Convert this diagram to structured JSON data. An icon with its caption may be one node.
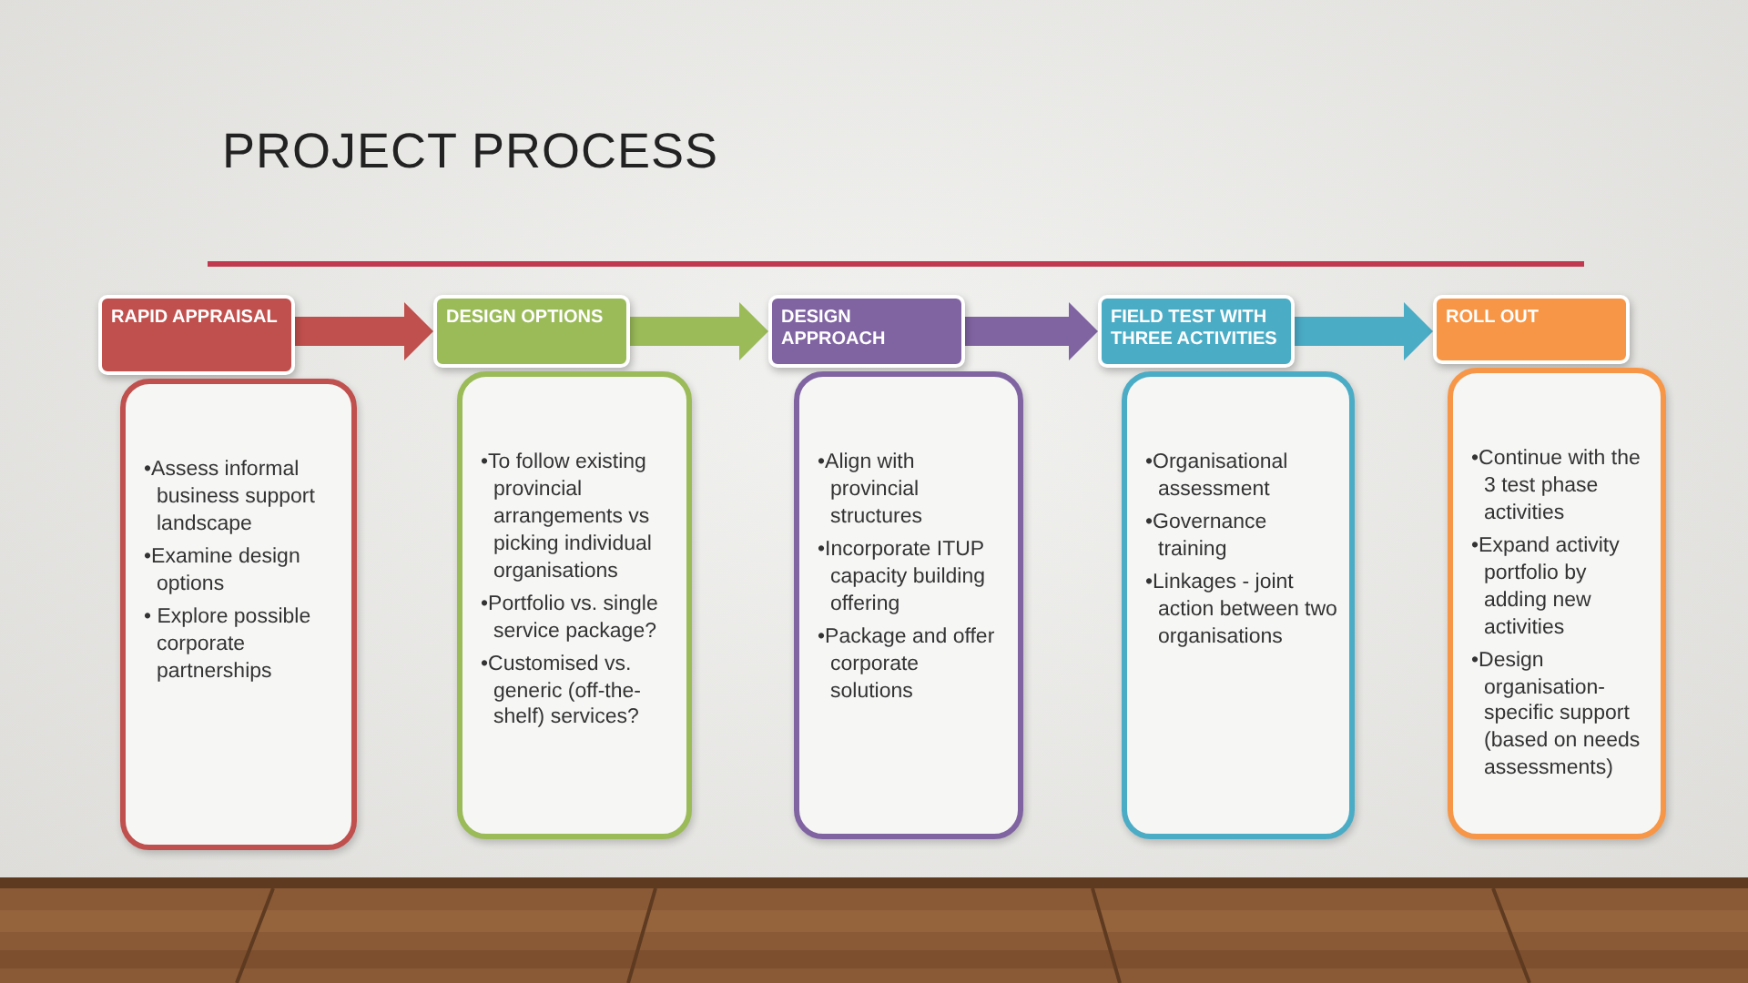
{
  "diagram": {
    "title": "PROJECT PROCESS",
    "nodes": [
      {
        "text": [
          "RAPID APPRAISAL"
        ]
      },
      {
        "text": [
          "•Assess informal business support landscape",
          "•Examine design options",
          "• Explore possible corporate partnerships"
        ]
      },
      {
        "text": [
          "DESIGN OPTIONS"
        ]
      },
      {
        "text": [
          "•To follow existing provincial arrangements vs picking individual organisations",
          "•Portfolio vs. single service package?",
          "•Customised vs. generic (off-the-shelf) services?"
        ]
      },
      {
        "text": [
          "DESIGN APPROACH"
        ]
      },
      {
        "text": [
          "•Align with provincial structures",
          "•Incorporate ITUP capacity building offering",
          "•Package and offer corporate solutions"
        ]
      },
      {
        "text": [
          "FIELD TEST WITH THREE ACTIVITIES"
        ]
      },
      {
        "text": [
          "•Organisational assessment",
          "•Governance training",
          "•Linkages - joint action between two organisations"
        ]
      },
      {
        "text": [
          "ROLL OUT"
        ]
      },
      {
        "text": [
          "•Continue with the 3 test phase activities",
          "•Expand activity portfolio by adding new activities",
          "•Design organisation-specific support (based on needs assessments)"
        ]
      }
    ],
    "edges": [
      {
        "from": 0,
        "to": 2,
        "arrow": "to",
        "color": "#c0504d"
      },
      {
        "from": 2,
        "to": 4,
        "arrow": "to",
        "color": "#9bbb59"
      },
      {
        "from": 4,
        "to": 6,
        "arrow": "to",
        "color": "#8064a2"
      },
      {
        "from": 6,
        "to": 8,
        "arrow": "to",
        "color": "#4bacc6"
      }
    ]
  }
}
